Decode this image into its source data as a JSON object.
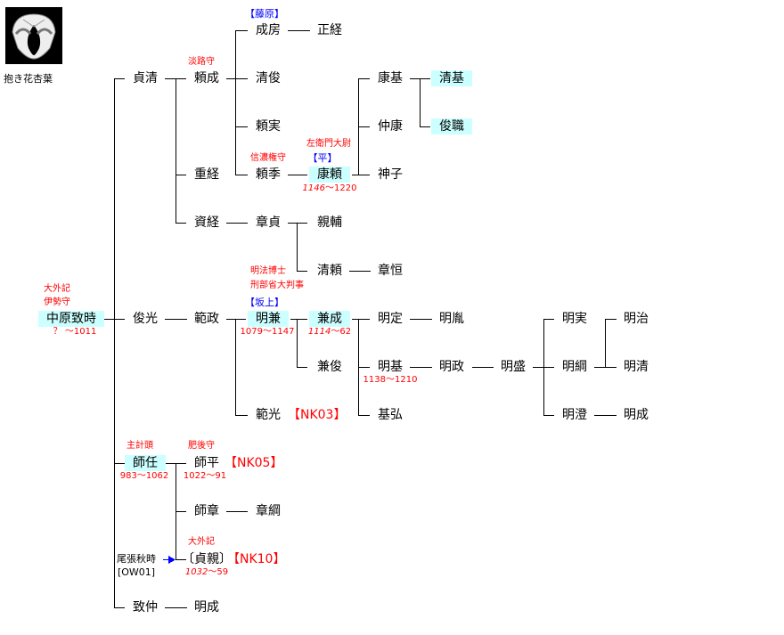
{
  "crest": {
    "caption": "抱き花杏葉"
  },
  "colors": {
    "highlight": "#ccffff",
    "note": "#ff0000",
    "clan": "#0000ff",
    "arrow": "#0000ff"
  },
  "nodes": [
    {
      "id": "zt",
      "name": "中原致時",
      "hl": true
    },
    {
      "id": "sadakiyo",
      "name": "貞清"
    },
    {
      "id": "yorinari",
      "name": "頼成"
    },
    {
      "id": "narifusa",
      "name": "成房"
    },
    {
      "id": "masatsune",
      "name": "正経"
    },
    {
      "id": "kiyotoshi",
      "name": "清俊"
    },
    {
      "id": "yorizane",
      "name": "頼実"
    },
    {
      "id": "yorisue",
      "name": "頼季"
    },
    {
      "id": "yasuyori",
      "name": "康頼",
      "hl": true
    },
    {
      "id": "yasumoto",
      "name": "康基"
    },
    {
      "id": "kiyomoto",
      "name": "清基",
      "hl": true
    },
    {
      "id": "nakayasu",
      "name": "仲康"
    },
    {
      "id": "toshimoto",
      "name": "俊職",
      "hl": true
    },
    {
      "id": "kamiko",
      "name": "神子"
    },
    {
      "id": "shigetsune",
      "name": "重経"
    },
    {
      "id": "suketsune",
      "name": "資経"
    },
    {
      "id": "akisada",
      "name": "章貞"
    },
    {
      "id": "chikasuke",
      "name": "親輔"
    },
    {
      "id": "kiyoyori",
      "name": "清頼"
    },
    {
      "id": "akitsune",
      "name": "章恒"
    },
    {
      "id": "toshimitsu",
      "name": "俊光"
    },
    {
      "id": "norimasa",
      "name": "範政"
    },
    {
      "id": "akikane",
      "name": "明兼",
      "hl": true
    },
    {
      "id": "kanenari",
      "name": "兼成",
      "hl": true
    },
    {
      "id": "akisada2",
      "name": "明定"
    },
    {
      "id": "akitane",
      "name": "明胤"
    },
    {
      "id": "kanetoshi",
      "name": "兼俊"
    },
    {
      "id": "akimoto",
      "name": "明基"
    },
    {
      "id": "akimasa",
      "name": "明政"
    },
    {
      "id": "akimori",
      "name": "明盛"
    },
    {
      "id": "akizane",
      "name": "明実"
    },
    {
      "id": "akiharu",
      "name": "明治"
    },
    {
      "id": "akitsuna",
      "name": "明綱"
    },
    {
      "id": "akikiyo",
      "name": "明清"
    },
    {
      "id": "akizumi",
      "name": "明澄"
    },
    {
      "id": "akinari2",
      "name": "明成"
    },
    {
      "id": "motohiro",
      "name": "基弘"
    },
    {
      "id": "norimitsu",
      "name": "範光"
    },
    {
      "id": "morotou",
      "name": "師任",
      "hl": true
    },
    {
      "id": "morohira",
      "name": "師平"
    },
    {
      "id": "moroaki",
      "name": "師章"
    },
    {
      "id": "akitsuna2",
      "name": "章綱"
    },
    {
      "id": "sadachika",
      "name": "〔貞親〕"
    },
    {
      "id": "munenaka",
      "name": "致仲"
    },
    {
      "id": "akinari",
      "name": "明成"
    }
  ],
  "annotations": [
    {
      "id": "a_fujiwara",
      "text": "【藤原】",
      "style": "blue"
    },
    {
      "id": "a_awaji",
      "text": "淡路守"
    },
    {
      "id": "a_saemon",
      "text": "左衛門大尉"
    },
    {
      "id": "a_taira",
      "text": "【平】",
      "style": "blue"
    },
    {
      "id": "a_shinano",
      "text": "信濃権守"
    },
    {
      "id": "a_yasuyori_d",
      "italic": "1146",
      "text": "〜1220"
    },
    {
      "id": "a_daigeki1",
      "text": "大外記"
    },
    {
      "id": "a_ise",
      "text": "伊勢守"
    },
    {
      "id": "a_zt_d",
      "text": "？ 〜1011"
    },
    {
      "id": "a_myobo",
      "text": "明法博士"
    },
    {
      "id": "a_gyobu",
      "text": "刑部省大判事"
    },
    {
      "id": "a_sakanoue",
      "text": "【坂上】",
      "style": "blue"
    },
    {
      "id": "a_akikane_d",
      "text": "1079〜1147"
    },
    {
      "id": "a_kanenari_d",
      "italic": "1114",
      "text": "〜62"
    },
    {
      "id": "a_akimoto_d",
      "text": "1138〜1210"
    },
    {
      "id": "a_nk03",
      "text": "【NK03】",
      "style": "tag"
    },
    {
      "id": "a_kazue",
      "text": "主計頭"
    },
    {
      "id": "a_morotou_d",
      "text": "983〜1062"
    },
    {
      "id": "a_higo",
      "text": "肥後守"
    },
    {
      "id": "a_morohira_d",
      "text": "1022〜91"
    },
    {
      "id": "a_nk05",
      "text": "【NK05】",
      "style": "tag"
    },
    {
      "id": "a_daigeki2",
      "text": "大外記"
    },
    {
      "id": "a_sadachika_d",
      "italic": "1032",
      "text": "〜59"
    },
    {
      "id": "a_nk10",
      "text": "【NK10】",
      "style": "tag"
    },
    {
      "id": "a_owari",
      "text": "尾張秋時",
      "style": "black"
    },
    {
      "id": "a_ow01",
      "text": "[OW01]",
      "style": "black"
    }
  ]
}
